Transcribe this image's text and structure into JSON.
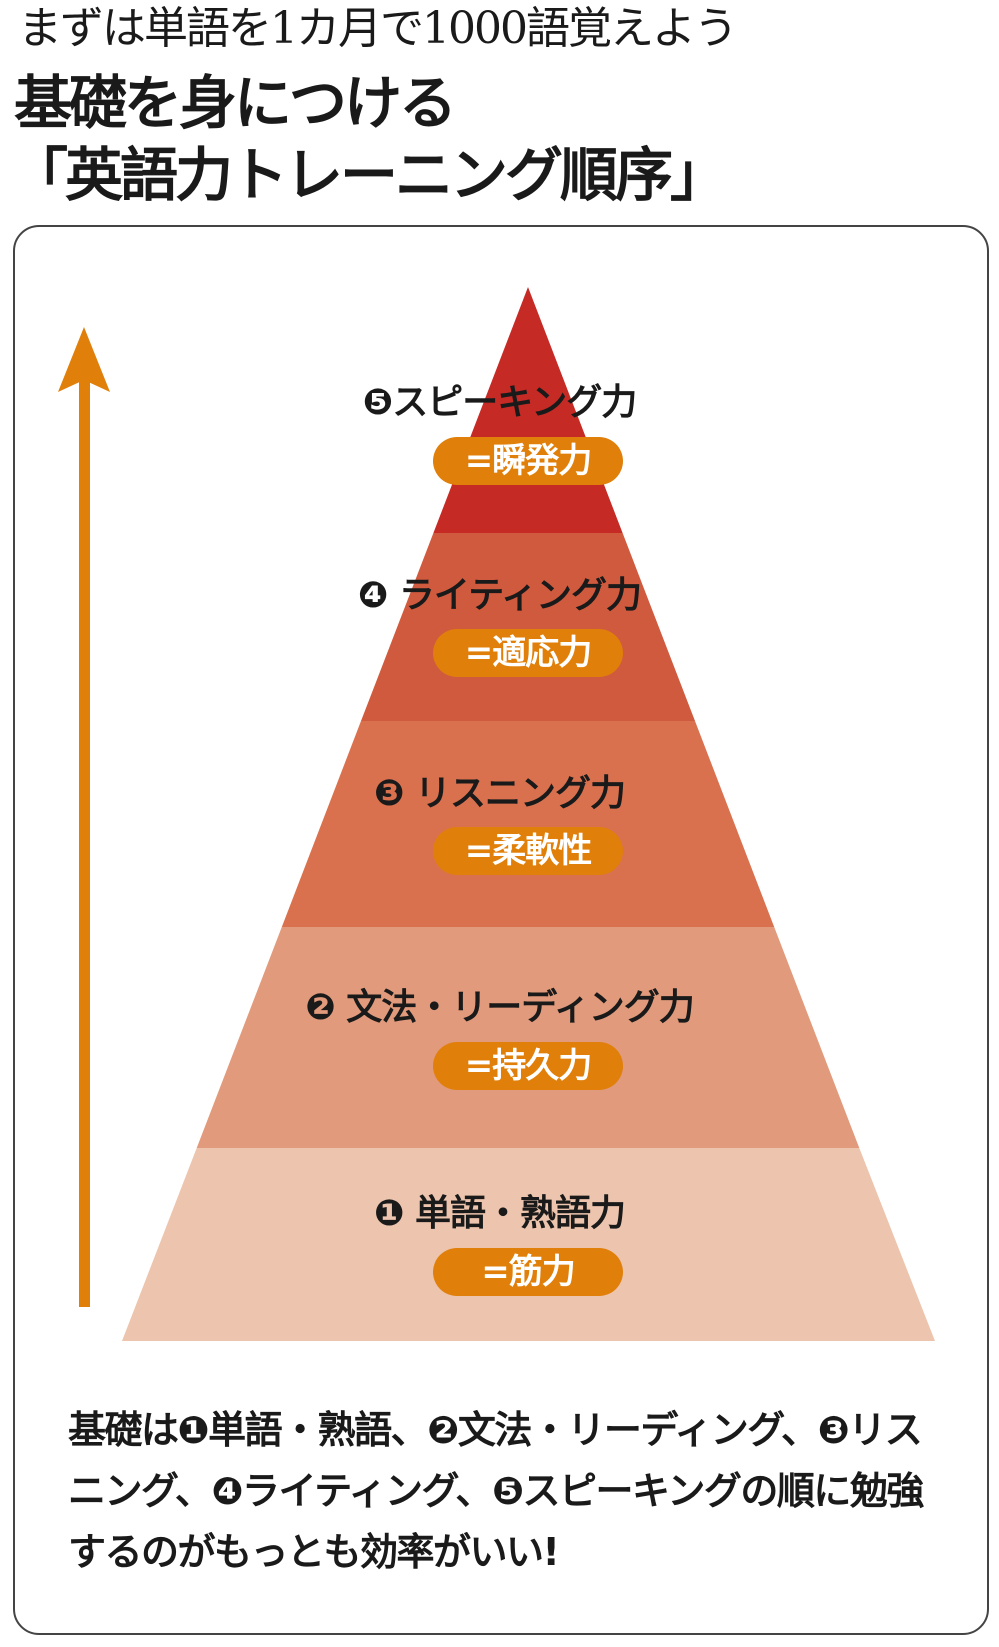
{
  "header": {
    "subtitle": "まずは単語を1カ月で1000語覚えよう",
    "title_line1": "基礎を身につける",
    "title_line2": "「英語力トレーニング順序」"
  },
  "pyramid": {
    "colors": {
      "level5": "#c62a25",
      "level4": "#d05a3e",
      "level3": "#d9714f",
      "level2": "#e19a7b",
      "level1": "#edc4ad",
      "pill": "#e07f0a",
      "arrow": "#e07f0a"
    },
    "levels": [
      {
        "label": "❺スピーキング力",
        "meaning": "=瞬発力"
      },
      {
        "label": "❹ ライティング力",
        "meaning": "=適応力"
      },
      {
        "label": "❸ リスニング力",
        "meaning": "=柔軟性"
      },
      {
        "label": "❷ 文法・リーディング力",
        "meaning": "=持久力"
      },
      {
        "label": "❶ 単語・熟語力",
        "meaning": "=筋力"
      }
    ]
  },
  "footer": {
    "text": "基礎は❶単語・熟語、❷文法・リーディング、❸リスニング、❹ライティング、❺スピーキングの順に勉強するのがもっとも効率がいい!"
  }
}
